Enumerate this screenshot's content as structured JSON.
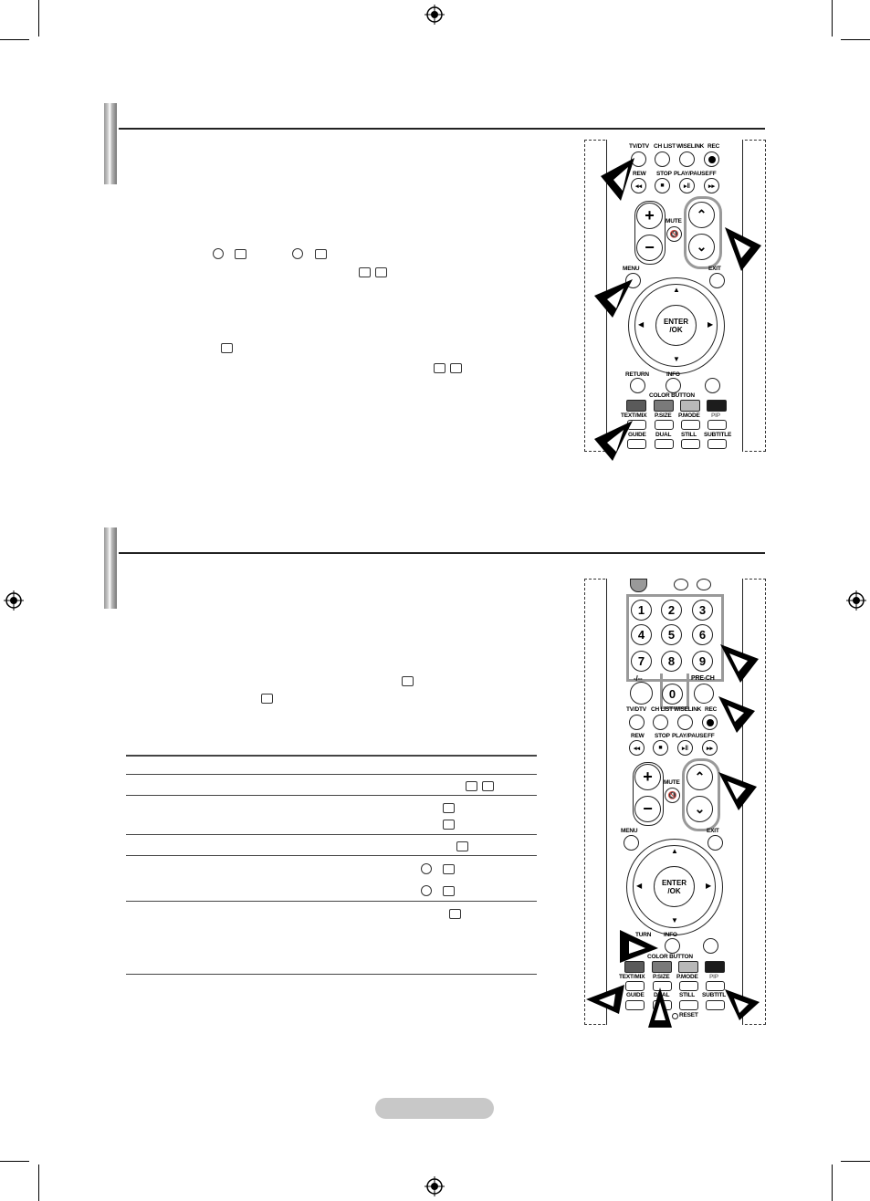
{
  "page": {
    "title": "",
    "sections": [
      {
        "name": "teletext-decoding-section"
      },
      {
        "name": "teletext-page-selection-section"
      }
    ]
  },
  "remote_top": {
    "row1_labels": [
      "TV/DTV",
      "CH LIST",
      "WISELINK",
      "REC"
    ],
    "row2_labels": [
      "REW",
      "STOP",
      "PLAY/PAUSE",
      "FF"
    ],
    "mute_label": "MUTE",
    "menu_label": "MENU",
    "exit_label": "EXIT",
    "enter_label": "ENTER\n/OK",
    "enter_line1": "ENTER",
    "enter_line2": "/OK",
    "bottom_labels": [
      "RETURN",
      "INFO",
      "COLOR BUTTON"
    ],
    "func_labels": [
      "TEXT/MIX",
      "P.SIZE",
      "P.MODE",
      "PIP"
    ],
    "last_labels": [
      "GUIDE",
      "DUAL",
      "STILL",
      "SUBTITLE"
    ]
  },
  "remote_bottom": {
    "numbers": [
      "1",
      "2",
      "3",
      "4",
      "5",
      "6",
      "7",
      "8",
      "9",
      "0"
    ],
    "dash_label": "-/--",
    "prech_label": "PRE-CH",
    "row1_labels": [
      "TV/DTV",
      "CH LIST",
      "WISELINK",
      "REC"
    ],
    "row2_labels": [
      "REW",
      "STOP",
      "PLAY/PAUSE",
      "FF"
    ],
    "mute_label": "MUTE",
    "menu_label": "MENU",
    "exit_label": "EXIT",
    "enter_line1": "ENTER",
    "enter_line2": "/OK",
    "info_label": "INFO",
    "color_label": "COLOR BUTTON",
    "func_labels": [
      "TEXT/MIX",
      "P.SIZE",
      "P.MODE",
      "PIP"
    ],
    "last_labels": [
      "GUIDE",
      "DUAL",
      "STILL",
      "SUBTITL"
    ],
    "reset_label": "RESET",
    "return_label": "TURN"
  },
  "colors": {
    "red": "#5a5a5a",
    "green": "#7a7a7a",
    "yellow": "#b8b8b8",
    "blue": "#1c1c1c",
    "highlight": "#999999"
  }
}
